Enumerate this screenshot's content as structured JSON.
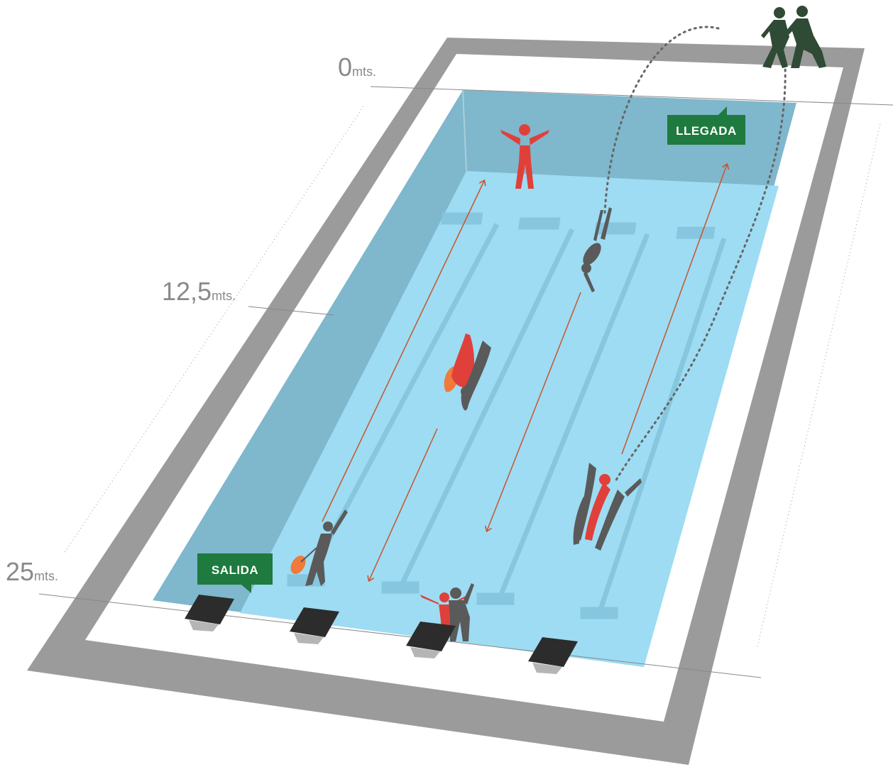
{
  "distance_markers": [
    {
      "value": "0",
      "unit": "mts."
    },
    {
      "value": "12,5",
      "unit": "mts."
    },
    {
      "value": "25",
      "unit": "mts."
    }
  ],
  "tags": {
    "start": "SALIDA",
    "finish": "LLEGADA"
  },
  "colors": {
    "deck_frame": "#9b9b9b",
    "pool_deep": "#7fb7cc",
    "pool_floor": "#9ddcf3",
    "tag_green": "#1e7a3e",
    "arrow": "#c8552a",
    "swimmer_red": "#e0403a",
    "swimmer_dark": "#5a5a5a",
    "runner_green": "#2f4a35"
  },
  "icons": [
    "starting-block-icon",
    "swimmer-icon",
    "lifeguard-icon",
    "runner-icon",
    "float-icon"
  ]
}
